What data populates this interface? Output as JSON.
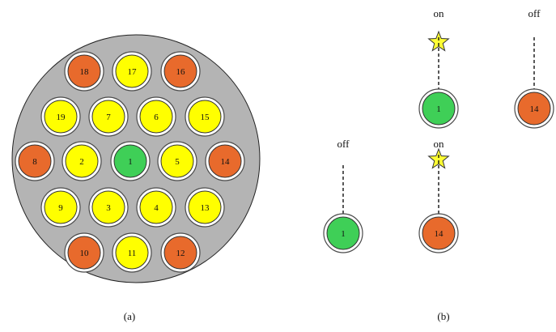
{
  "panel_a": {
    "caption": "(a)",
    "colors": {
      "vessel": "#b4b4b4",
      "ring_fill": "#ffffff",
      "ring_stroke": "#4a4a4a",
      "green": "#3fcf57",
      "yellow": "#ffff00",
      "orange": "#e86a2c"
    },
    "rods": [
      {
        "label": "18",
        "color": "orange"
      },
      {
        "label": "17",
        "color": "yellow"
      },
      {
        "label": "16",
        "color": "orange"
      },
      {
        "label": "19",
        "color": "yellow"
      },
      {
        "label": "7",
        "color": "yellow"
      },
      {
        "label": "6",
        "color": "yellow"
      },
      {
        "label": "15",
        "color": "yellow"
      },
      {
        "label": "8",
        "color": "orange"
      },
      {
        "label": "2",
        "color": "yellow"
      },
      {
        "label": "1",
        "color": "green"
      },
      {
        "label": "5",
        "color": "yellow"
      },
      {
        "label": "14",
        "color": "orange"
      },
      {
        "label": "9",
        "color": "yellow"
      },
      {
        "label": "3",
        "color": "yellow"
      },
      {
        "label": "4",
        "color": "yellow"
      },
      {
        "label": "13",
        "color": "yellow"
      },
      {
        "label": "10",
        "color": "orange"
      },
      {
        "label": "11",
        "color": "yellow"
      },
      {
        "label": "12",
        "color": "orange"
      }
    ]
  },
  "panel_b": {
    "caption": "(b)",
    "star_color": "#ffff33",
    "cases": [
      {
        "state": "on",
        "rod_label": "1",
        "rod_color": "green",
        "star": true
      },
      {
        "state": "off",
        "rod_label": "14",
        "rod_color": "orange",
        "star": false
      },
      {
        "state": "off",
        "rod_label": "1",
        "rod_color": "green",
        "star": false
      },
      {
        "state": "on",
        "rod_label": "14",
        "rod_color": "orange",
        "star": true
      }
    ]
  }
}
